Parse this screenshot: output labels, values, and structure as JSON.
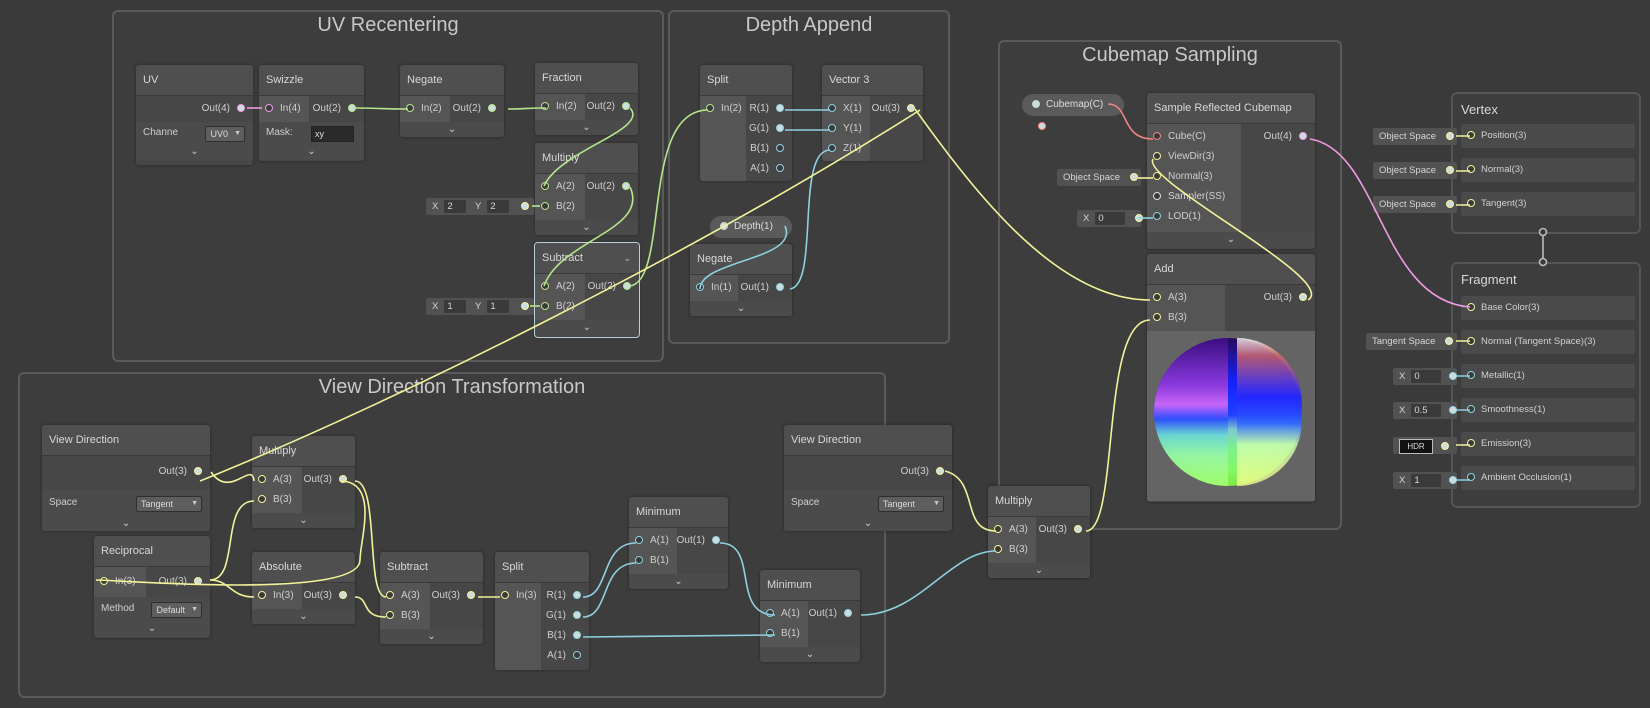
{
  "groups": {
    "uv_recentering": "UV Recentering",
    "depth_append": "Depth Append",
    "cubemap_sampling": "Cubemap Sampling",
    "view_direction_transformation": "View Direction Transformation"
  },
  "nodes": {
    "uv": {
      "title": "UV",
      "out": "Out(4)",
      "channel_label": "Channe",
      "channel_value": "UV0"
    },
    "swizzle": {
      "title": "Swizzle",
      "in": "In(4)",
      "out": "Out(2)",
      "mask_label": "Mask:",
      "mask_value": "xy"
    },
    "negate1": {
      "title": "Negate",
      "in": "In(2)",
      "out": "Out(2)"
    },
    "fraction": {
      "title": "Fraction",
      "in": "In(2)",
      "out": "Out(2)"
    },
    "multiply1": {
      "title": "Multiply",
      "a": "A(2)",
      "b": "B(2)",
      "out": "Out(2)"
    },
    "subtract1": {
      "title": "Subtract",
      "a": "A(2)",
      "b": "B(2)",
      "out": "Out(2)"
    },
    "split1": {
      "title": "Split",
      "in": "In(2)",
      "r": "R(1)",
      "g": "G(1)",
      "b": "B(1)",
      "a": "A(1)"
    },
    "vector3": {
      "title": "Vector 3",
      "x": "X(1)",
      "y": "Y(1)",
      "z": "Z(1)",
      "out": "Out(3)"
    },
    "depth": {
      "label": "Depth(1)"
    },
    "negate2": {
      "title": "Negate",
      "in": "In(1)",
      "out": "Out(1)"
    },
    "cubemap_prop": {
      "label": "Cubemap(C)"
    },
    "sample_cubemap": {
      "title": "Sample Reflected Cubemap",
      "cube": "Cube(C)",
      "viewdir": "ViewDir(3)",
      "normal": "Normal(3)",
      "sampler": "Sampler(SS)",
      "lod": "LOD(1)",
      "out": "Out(4)"
    },
    "add": {
      "title": "Add",
      "a": "A(3)",
      "b": "B(3)",
      "out": "Out(3)"
    },
    "viewdir1": {
      "title": "View Direction",
      "out": "Out(3)",
      "space_label": "Space",
      "space_value": "Tangent"
    },
    "multiply2": {
      "title": "Multiply",
      "a": "A(3)",
      "b": "B(3)",
      "out": "Out(3)"
    },
    "reciprocal": {
      "title": "Reciprocal",
      "in": "In(3)",
      "out": "Out(3)",
      "method_label": "Method",
      "method_value": "Default"
    },
    "absolute": {
      "title": "Absolute",
      "in": "In(3)",
      "out": "Out(3)"
    },
    "subtract2": {
      "title": "Subtract",
      "a": "A(3)",
      "b": "B(3)",
      "out": "Out(3)"
    },
    "split2": {
      "title": "Split",
      "in": "In(3)",
      "r": "R(1)",
      "g": "G(1)",
      "b": "B(1)",
      "a": "A(1)"
    },
    "minimum1": {
      "title": "Minimum",
      "a": "A(1)",
      "b": "B(1)",
      "out": "Out(1)"
    },
    "minimum2": {
      "title": "Minimum",
      "a": "A(1)",
      "b": "B(1)",
      "out": "Out(1)"
    },
    "viewdir2": {
      "title": "View Direction",
      "out": "Out(3)",
      "space_label": "Space",
      "space_value": "Tangent"
    },
    "multiply3": {
      "title": "Multiply",
      "a": "A(3)",
      "b": "B(3)",
      "out": "Out(3)"
    }
  },
  "inline_values": {
    "mul_b": {
      "x_label": "X",
      "x": "2",
      "y_label": "Y",
      "y": "2"
    },
    "sub_b": {
      "x_label": "X",
      "x": "1",
      "y_label": "Y",
      "y": "1"
    },
    "normal_space": "Object Space",
    "lod": {
      "x_label": "X",
      "x": "0"
    }
  },
  "master": {
    "vertex": {
      "title": "Vertex",
      "ports": [
        {
          "label": "Position(3)",
          "input": "Object Space"
        },
        {
          "label": "Normal(3)",
          "input": "Object Space"
        },
        {
          "label": "Tangent(3)",
          "input": "Object Space"
        }
      ]
    },
    "fragment": {
      "title": "Fragment",
      "ports": [
        {
          "label": "Base Color(3)",
          "input": ""
        },
        {
          "label": "Normal (Tangent Space)(3)",
          "input": "Tangent Space"
        },
        {
          "label": "Metallic(1)",
          "input_label": "X",
          "input": "0"
        },
        {
          "label": "Smoothness(1)",
          "input_label": "X",
          "input": "0.5"
        },
        {
          "label": "Emission(3)",
          "input": "HDR"
        },
        {
          "label": "Ambient Occlusion(1)",
          "input_label": "X",
          "input": "1"
        }
      ]
    }
  },
  "colors": {
    "background": "#3a3a3a",
    "vector1": "#8fd0e0",
    "vector2": "#b6e58c",
    "vector3": "#f2f29a",
    "vector4": "#ef9ae3",
    "cubemap": "#f18484"
  },
  "icons": {
    "expand": "chevron-down-icon",
    "dropdown": "chevron-down-icon"
  }
}
